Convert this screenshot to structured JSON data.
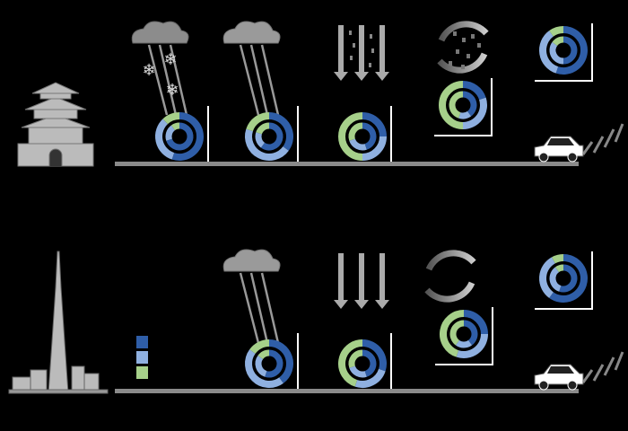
{
  "colors": {
    "background": "#000000",
    "dark_blue": "#2f5ea8",
    "light_blue": "#8fb0e0",
    "green": "#a6d08a",
    "ground": "#8a8a8a",
    "cloud": "#8c8c8c"
  },
  "legend": [
    "dark_blue",
    "light_blue",
    "green"
  ],
  "rows": [
    {
      "city_icon": "drum-tower-icon",
      "processes": [
        {
          "icon": "snow-cloud-icon",
          "outer": [
            0.55,
            0.33,
            0.12
          ],
          "inner": [
            0.7,
            0.2,
            0.1
          ]
        },
        {
          "icon": "rain-cloud-icon",
          "outer": [
            0.35,
            0.45,
            0.2
          ],
          "inner": [
            0.6,
            0.2,
            0.2
          ]
        },
        {
          "icon": "deposition-arrows-icon",
          "outer": [
            0.25,
            0.25,
            0.5
          ],
          "inner": [
            0.45,
            0.25,
            0.3
          ]
        },
        {
          "icon": "cycle-arrows-icon",
          "outer": [
            0.2,
            0.3,
            0.5
          ],
          "inner": [
            0.4,
            0.15,
            0.45
          ]
        },
        {
          "icon": "car-exhaust-icon",
          "outer": [
            0.55,
            0.35,
            0.1
          ],
          "inner": [
            0.5,
            0.35,
            0.15
          ]
        }
      ]
    },
    {
      "city_icon": "canton-tower-icon",
      "processes": [
        {
          "icon": "rain-cloud-icon",
          "outer": [
            0.4,
            0.45,
            0.15
          ],
          "inner": [
            0.55,
            0.3,
            0.15
          ]
        },
        {
          "icon": "deposition-arrows-icon",
          "outer": [
            0.3,
            0.25,
            0.45
          ],
          "inner": [
            0.45,
            0.25,
            0.3
          ]
        },
        {
          "icon": "cycle-arrows-icon",
          "outer": [
            0.25,
            0.3,
            0.45
          ],
          "inner": [
            0.4,
            0.2,
            0.4
          ]
        },
        {
          "icon": "car-exhaust-icon",
          "outer": [
            0.6,
            0.32,
            0.08
          ],
          "inner": [
            0.55,
            0.35,
            0.1
          ]
        }
      ]
    }
  ]
}
